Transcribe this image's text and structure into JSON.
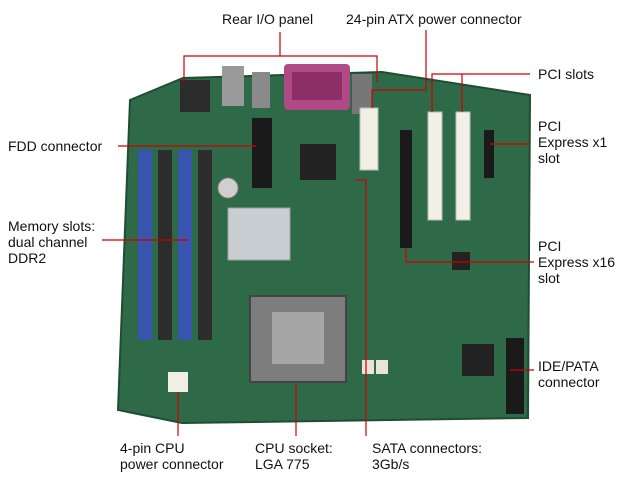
{
  "colors": {
    "background": "#ffffff",
    "board": "#2f6a48",
    "board_dark": "#1f4d33",
    "leader_line": "#cc0000",
    "label_text": "#111111",
    "memory_slot": "#3a55b0",
    "pci_slot": "#f2efe6",
    "heatsink": "#c9ced3",
    "io_port": "#b04a86"
  },
  "labels": {
    "rear_io": [
      "Rear I/O panel"
    ],
    "atx_power": [
      "24-pin ATX power connector"
    ],
    "pci_slots": [
      "PCI slots"
    ],
    "pci_express_x1": [
      "PCI",
      "Express x1",
      "slot"
    ],
    "fdd": [
      "FDD connector"
    ],
    "memory": [
      "Memory slots:",
      "dual channel",
      "DDR2"
    ],
    "pci_express_x16": [
      "PCI",
      "Express x16",
      "slot"
    ],
    "ide_pata": [
      "IDE/PATA",
      "connector"
    ],
    "cpu_power": [
      "4-pin CPU",
      "power connector"
    ],
    "cpu_socket": [
      "CPU socket:",
      "LGA 775"
    ],
    "sata": [
      "SATA connectors:",
      "3Gb/s"
    ]
  }
}
